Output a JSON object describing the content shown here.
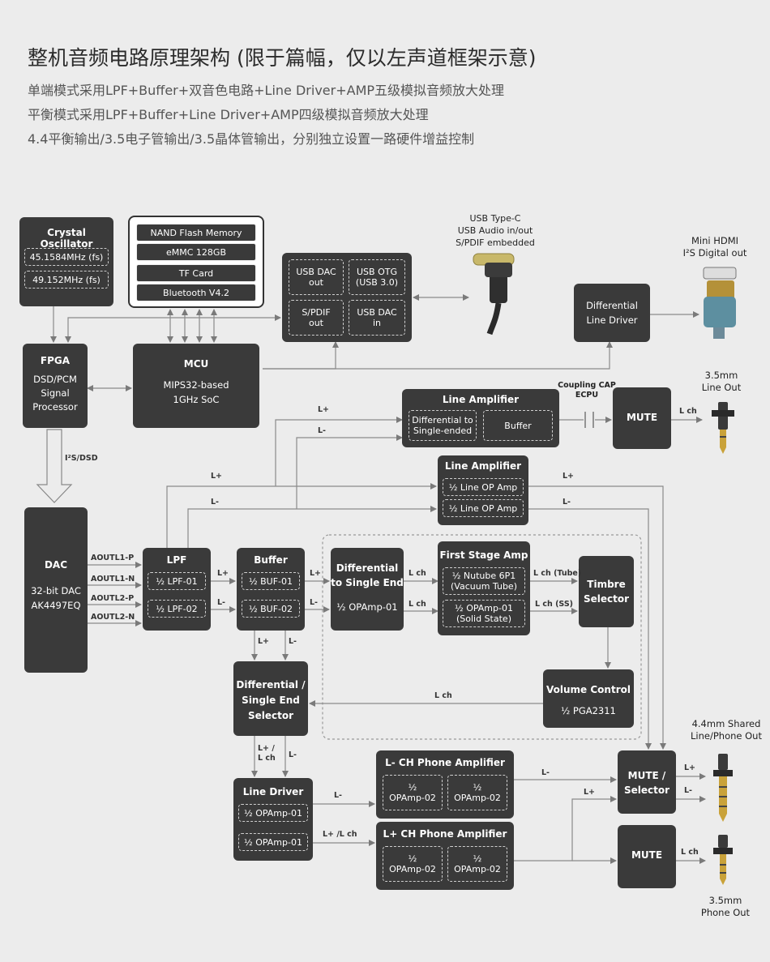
{
  "header": {
    "title": "整机音频电路原理架构 (限于篇幅，仅以左声道框架示意)",
    "line1": "单端模式采用LPF+Buffer+双音色电路+Line Driver+AMP五级模拟音频放大处理",
    "line2": "平衡模式采用LPF+Buffer+Line Driver+AMP四级模拟音频放大处理",
    "line3": "4.4平衡输出/3.5电子管输出/3.5晶体管输出，分别独立设置一路硬件增益控制"
  },
  "crystal": {
    "title": "Crystal Oscillator",
    "f1": "45.1584MHz (fs)",
    "f2": "49.152MHz (fs)"
  },
  "storage": {
    "nand": "NAND Flash Memory",
    "emmc": "eMMC 128GB",
    "tf": "TF Card",
    "bt": "Bluetooth V4.2"
  },
  "usb": {
    "dac_out": "USB DAC\nout",
    "otg": "USB OTG\n(USB 3.0)",
    "spdif": "S/PDIF\nout",
    "dac_in": "USB DAC\nin",
    "typec_label": "USB Type-C\nUSB Audio in/out\nS/PDIF embedded"
  },
  "hdmi": {
    "label": "Mini HDMI\nI²S Digital out"
  },
  "diff_line_driver": {
    "text": "Differential\nLine Driver"
  },
  "fpga": {
    "title": "FPGA",
    "text": "DSD/PCM\nSignal\nProcessor"
  },
  "mcu": {
    "title": "MCU",
    "text": "MIPS32-based\n1GHz SoC"
  },
  "line_amp1": {
    "title": "Line Amplifier",
    "a": "Differential to\nSingle-ended",
    "b": "Buffer"
  },
  "coupling": {
    "text": "Coupling CAP\nECPU"
  },
  "mute_top": {
    "text": "MUTE"
  },
  "lineout": {
    "label": "3.5mm\nLine Out"
  },
  "line_amp2": {
    "title": "Line Amplifier",
    "a": "½ Line OP Amp",
    "b": "½ Line OP Amp"
  },
  "dac": {
    "title": "DAC",
    "text": "32-bit DAC\nAK4497EQ"
  },
  "lpf": {
    "title": "LPF",
    "a": "½ LPF-01",
    "b": "½ LPF-02"
  },
  "buffer": {
    "title": "Buffer",
    "a": "½ BUF-01",
    "b": "½ BUF-02"
  },
  "diff_se": {
    "title": "Differential\nto Single End",
    "text": "½ OPAmp-01"
  },
  "first_stage": {
    "title": "First Stage Amp",
    "a": "½  Nutube 6P1\n(Vacuum Tube)",
    "b": "½ OPAmp-01\n(Solid State)"
  },
  "timbre": {
    "title": "Timbre\nSelector"
  },
  "volume": {
    "title": "Volume Control",
    "text": "½ PGA2311"
  },
  "dse_selector": {
    "title": "Differential /\nSingle End\nSelector"
  },
  "line_driver": {
    "title": "Line Driver",
    "a": "½ OPAmp-01",
    "b": "½ OPAmp-01"
  },
  "lch_amp": {
    "title": "L- CH Phone Amplifier",
    "a": "½\nOPAmp-02",
    "b": "½\nOPAmp-02"
  },
  "rch_amp": {
    "title": "L+ CH Phone Amplifier",
    "a": "½\nOPAmp-02",
    "b": "½\nOPAmp-02"
  },
  "mute_sel": {
    "text": "MUTE /\nSelector"
  },
  "mute_bot": {
    "text": "MUTE"
  },
  "out44": {
    "label": "4.4mm Shared\nLine/Phone Out"
  },
  "out35": {
    "label": "3.5mm\nPhone Out"
  },
  "labels": {
    "i2s_dsd": "I²S/DSD",
    "aoutl1p": "AOUTL1-P",
    "aoutl1n": "AOUTL1-N",
    "aoutl2p": "AOUTL2-P",
    "aoutl2n": "AOUTL2-N",
    "lplus": "L+",
    "lminus": "L-",
    "lch": "L ch",
    "lch_tube": "L ch (Tube)",
    "lch_ss": "L ch (SS)",
    "lplus_lch": "L+ /\nL ch",
    "lplus_lch2": "L+ /L ch"
  }
}
